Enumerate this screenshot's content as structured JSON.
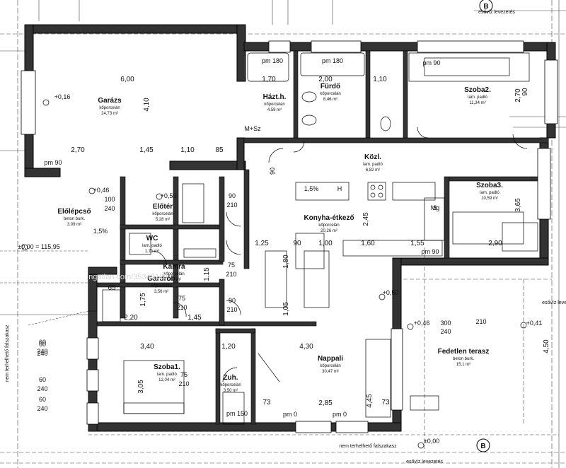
{
  "rooms": [
    {
      "name": "Garázs",
      "finish": "kőporcelán",
      "area": "24,73 m²"
    },
    {
      "name": "Házt.h.",
      "finish": "kőporcelán",
      "area": "4,59 m²"
    },
    {
      "name": "Fürdő",
      "finish": "kőporcelán",
      "area": "8,46 m²"
    },
    {
      "name": "Szoba2.",
      "finish": "lam. padló",
      "area": "11,34 m²"
    },
    {
      "name": "Közl.",
      "finish": "lam. padló",
      "area": "6,82 m²"
    },
    {
      "name": "Szoba3.",
      "finish": "lam. padló",
      "area": "10,59 m²"
    },
    {
      "name": "Előlépcső",
      "finish": "beton burk.",
      "area": "3,09 m²"
    },
    {
      "name": "Előtér",
      "finish": "kőporcelán",
      "area": "5,28 m²"
    },
    {
      "name": "WC",
      "finish": "lam. padló",
      "area": "1,71 m²"
    },
    {
      "name": "Konyha-étkező",
      "finish": "kőporcelán",
      "area": "20,26 m²"
    },
    {
      "name": "Kamra",
      "finish": "kőporcelán",
      "area": "1,67 m²"
    },
    {
      "name": "Gardrób",
      "finish": "kőporcelán",
      "area": "3,56 m²"
    },
    {
      "name": "Szoba1.",
      "finish": "lam. padló",
      "area": "12,04 m²"
    },
    {
      "name": "Zuh.",
      "finish": "kőporcelán",
      "area": "3,50 m²"
    },
    {
      "name": "Nappali",
      "finish": "kőporcelán",
      "area": "30,47 m²"
    },
    {
      "name": "Fedetlen terasz",
      "finish": "beton burk.",
      "area": "15,1 m²"
    }
  ],
  "dims": [
    "6,00",
    "4,10",
    "2,70",
    "1,45",
    "1,10",
    "85",
    "1,70",
    "2,00",
    "1,10",
    "2,70",
    "90",
    "3,65",
    "2,45",
    "1,25",
    "90",
    "1,00",
    "1,60",
    "1,55",
    "2,90",
    "1,80",
    "1,05",
    "3,40",
    "1,20",
    "4,30",
    "2,85",
    "4,45",
    "4,50",
    "3,05",
    "2,20",
    "1,45",
    "1,15",
    "1,75",
    "65",
    "73",
    "73"
  ],
  "openings": [
    "pm 180",
    "pm 180",
    "pm 90",
    "pm 90",
    "pm 90",
    "pm 150",
    "pm 0",
    "pm 0",
    "M+Sz",
    "100",
    "240",
    "60",
    "240",
    "60",
    "240",
    "60",
    "240",
    "60",
    "240",
    "300",
    "240",
    "75",
    "210",
    "75",
    "210",
    "75",
    "210",
    "90",
    "210",
    "90",
    "210",
    "90",
    "210",
    "1,5%",
    "1,5%",
    "H",
    "S",
    "Mg"
  ],
  "levels": [
    "+0,16",
    "+0,46",
    "+0,50",
    "±0,00 = 115,95",
    "+0,50",
    "+0,46",
    "+0,41",
    "±0,00"
  ],
  "labels": [
    "esővíz levezetés",
    "esővíz levezetés",
    "esővíz levezetés",
    "nem terhelhető falszakasz",
    "nem terhelhető falszakasz",
    "ingatlan.com/35348129"
  ],
  "axis": [
    "B",
    "B"
  ]
}
